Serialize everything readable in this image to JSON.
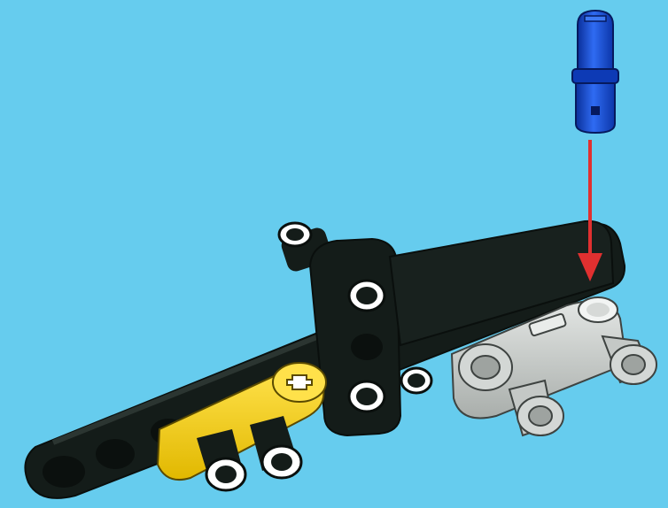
{
  "scene": {
    "background_color": "#66CCEE",
    "parts": [
      {
        "id": "axle-pin-blue",
        "color": "#1E5BE0",
        "role": "part to insert"
      },
      {
        "id": "insertion-arrow",
        "color": "#E03030",
        "role": "assembly direction"
      },
      {
        "id": "long-liftarm-black",
        "color": "#141C19"
      },
      {
        "id": "l-liftarm-black",
        "color": "#141C19"
      },
      {
        "id": "short-liftarm-yellow",
        "color": "#F6D013"
      },
      {
        "id": "pin-connector-grey",
        "color": "#C9CDCA"
      },
      {
        "id": "black-friction-pins",
        "color": "#141C19",
        "count": 3
      }
    ]
  }
}
